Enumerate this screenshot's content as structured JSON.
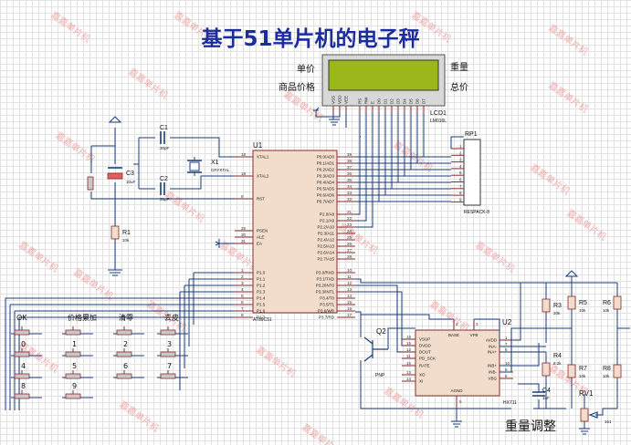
{
  "title": "基于51单片机的电子秤",
  "lcd": {
    "ref": "LCD1",
    "part": "LM016L",
    "labels": {
      "unit_price": "单价",
      "weight": "重量",
      "product_price": "商品价格",
      "total_price": "总价"
    },
    "pins": [
      "VSS",
      "VDD",
      "VEE",
      "RS",
      "RW",
      "E",
      "D0",
      "D1",
      "D2",
      "D3",
      "D4",
      "D5",
      "D6",
      "D7"
    ]
  },
  "mcu": {
    "ref": "U1",
    "part": "AT89C51",
    "left_pins": [
      {
        "name": "XTAL1",
        "num": "19"
      },
      {
        "name": "XTAL2",
        "num": "18"
      },
      {
        "name": "RST",
        "num": "9"
      },
      {
        "name": "PSEN",
        "num": "29"
      },
      {
        "name": "ALE",
        "num": "30"
      },
      {
        "name": "EA",
        "num": "31"
      },
      {
        "name": "P1.0",
        "num": "1"
      },
      {
        "name": "P1.1",
        "num": "2"
      },
      {
        "name": "P1.2",
        "num": "3"
      },
      {
        "name": "P1.3",
        "num": "4"
      },
      {
        "name": "P1.4",
        "num": "5"
      },
      {
        "name": "P1.5",
        "num": "6"
      },
      {
        "name": "P1.6",
        "num": "7"
      },
      {
        "name": "P1.7",
        "num": "8"
      }
    ],
    "right_pins": [
      {
        "name": "P0.0/AD0",
        "num": "39"
      },
      {
        "name": "P0.1/AD1",
        "num": "38"
      },
      {
        "name": "P0.2/AD2",
        "num": "37"
      },
      {
        "name": "P0.3/AD3",
        "num": "36"
      },
      {
        "name": "P0.4/AD4",
        "num": "35"
      },
      {
        "name": "P0.5/AD5",
        "num": "34"
      },
      {
        "name": "P0.6/AD6",
        "num": "33"
      },
      {
        "name": "P0.7/AD7",
        "num": "32"
      },
      {
        "name": "P2.0/A8",
        "num": "21"
      },
      {
        "name": "P2.1/A9",
        "num": "22"
      },
      {
        "name": "P2.2/A10",
        "num": "23"
      },
      {
        "name": "P2.3/A11",
        "num": "24"
      },
      {
        "name": "P2.4/A12",
        "num": "25"
      },
      {
        "name": "P2.5/A13",
        "num": "26"
      },
      {
        "name": "P2.6/A14",
        "num": "27"
      },
      {
        "name": "P2.7/A15",
        "num": "28"
      },
      {
        "name": "P3.0/RXD",
        "num": "10"
      },
      {
        "name": "P3.1/TXD",
        "num": "11"
      },
      {
        "name": "P3.2/INT0",
        "num": "12"
      },
      {
        "name": "P3.3/INT1",
        "num": "13"
      },
      {
        "name": "P3.4/T0",
        "num": "14"
      },
      {
        "name": "P3.5/T1",
        "num": "15"
      },
      {
        "name": "P3.6/WR",
        "num": "16"
      },
      {
        "name": "P3.7/RD",
        "num": "17"
      }
    ]
  },
  "rpack": {
    "ref": "RP1",
    "part": "RESPACK-8",
    "pins": [
      "1",
      "2",
      "3",
      "4",
      "5",
      "6",
      "7",
      "8",
      "9"
    ]
  },
  "crystal": {
    "ref": "X1",
    "part": "CRYSTAL"
  },
  "caps": {
    "c1": {
      "ref": "C1",
      "value": "30pF"
    },
    "c2": {
      "ref": "C2",
      "value": "30pF"
    },
    "c3": {
      "ref": "C3",
      "value": "10uF"
    },
    "c4": {
      "ref": "C4",
      "value": "1uF"
    }
  },
  "r1": {
    "ref": "R1",
    "value": "10k"
  },
  "keys": {
    "labels": {
      "ok": "OK",
      "price_add": "价格累加",
      "clear": "清零",
      "tare": "去皮"
    },
    "digits": [
      "0",
      "1",
      "2",
      "3",
      "4",
      "5",
      "6",
      "7",
      "8",
      "9"
    ]
  },
  "transistor": {
    "ref": "Q2",
    "part": "PNP"
  },
  "adc": {
    "ref": "U2",
    "part": "HX711",
    "left_pins": [
      {
        "name": "VSUP",
        "num": "16"
      },
      {
        "name": "DVDD",
        "num": "15"
      },
      {
        "name": "DOUT",
        "num": "12"
      },
      {
        "name": "PD_SCK",
        "num": "11"
      },
      {
        "name": "RATE",
        "num": "15"
      },
      {
        "name": "XO",
        "num": "13"
      },
      {
        "name": "XI",
        "num": "14"
      }
    ],
    "top_pins": [
      {
        "name": "BASE",
        "num": "2"
      },
      {
        "name": "VFB",
        "num": "3"
      }
    ],
    "right_pins": [
      {
        "name": "AVDD",
        "num": "1"
      },
      {
        "name": "INA-",
        "num": "7"
      },
      {
        "name": "INA+",
        "num": "8"
      },
      {
        "name": "INB+",
        "num": "10"
      },
      {
        "name": "INB-",
        "num": "9"
      },
      {
        "name": "VBG",
        "num": "6"
      }
    ],
    "bottom_pin": {
      "name": "AGND",
      "num": "5"
    }
  },
  "bridge": {
    "r3": {
      "ref": "R3",
      "value": "20k"
    },
    "r4": {
      "ref": "R4",
      "value": "8.2k"
    },
    "r5": {
      "ref": "R5",
      "value": "10k"
    },
    "r6": {
      "ref": "R6",
      "value": "10k"
    },
    "r7": {
      "ref": "R7",
      "value": "10k"
    },
    "r8": {
      "ref": "R8",
      "value": "10k"
    }
  },
  "rv1": {
    "ref": "RV1",
    "value": "161",
    "caption": "重量调整"
  },
  "watermark": "嘉嘉单片机",
  "colors": {
    "title": "#1b2d9e",
    "wire": "#1a3e78",
    "chip_fill": "#f2dccb",
    "chip_border": "#8a2a2a",
    "lcd_screen": "#9bb81a"
  }
}
